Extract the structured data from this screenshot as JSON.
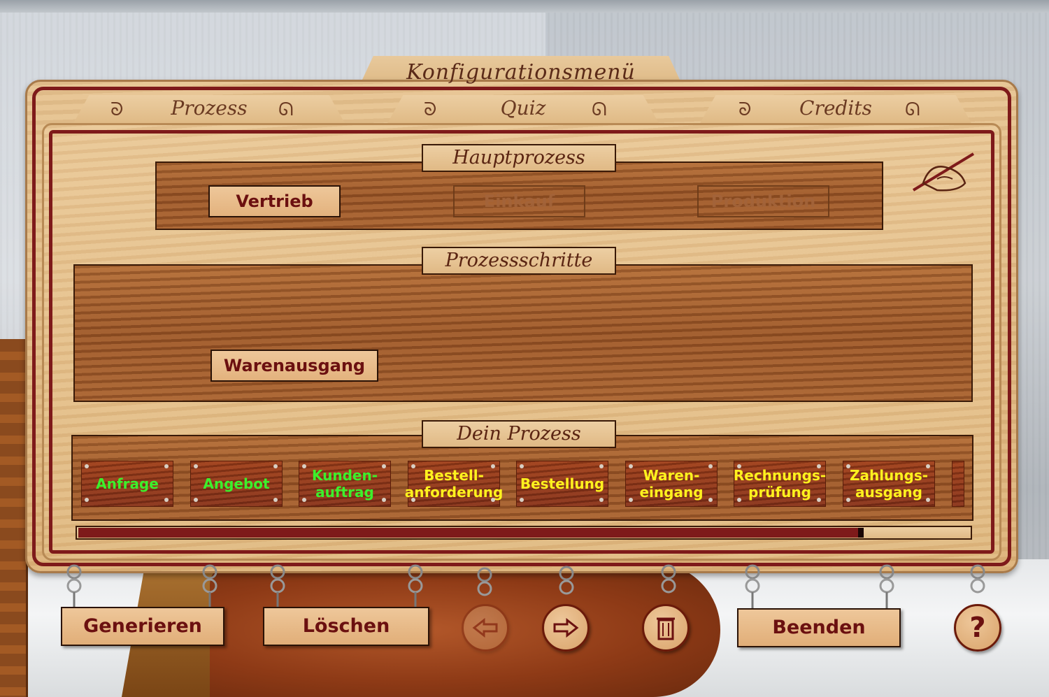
{
  "window": {
    "title": "Konfigurationsmenü"
  },
  "tabs": [
    {
      "label": "Prozess"
    },
    {
      "label": "Quiz"
    },
    {
      "label": "Credits"
    }
  ],
  "main_process": {
    "heading": "Hauptprozess",
    "options": [
      {
        "label": "Vertrieb",
        "state": "active"
      },
      {
        "label": "Einkauf",
        "state": "inactive"
      },
      {
        "label": "Produktion",
        "state": "inactive"
      }
    ]
  },
  "process_steps": {
    "heading": "Prozessschritte",
    "items": [
      {
        "label": "Warenausgang"
      }
    ]
  },
  "your_process": {
    "heading": "Dein Prozess",
    "steps": [
      {
        "line1": "Anfrage",
        "line2": "",
        "color": "#3cf02c"
      },
      {
        "line1": "Angebot",
        "line2": "",
        "color": "#3cf02c"
      },
      {
        "line1": "Kunden-",
        "line2": "auftrag",
        "color": "#3cf02c"
      },
      {
        "line1": "Bestell-",
        "line2": "anforderung",
        "color": "#fff21e"
      },
      {
        "line1": "Bestellung",
        "line2": "",
        "color": "#fff21e"
      },
      {
        "line1": "Waren-",
        "line2": "eingang",
        "color": "#fff21e"
      },
      {
        "line1": "Rechnungs-",
        "line2": "prüfung",
        "color": "#fff21e"
      },
      {
        "line1": "Zahlungs-",
        "line2": "ausgang",
        "color": "#fff21e"
      }
    ],
    "scroll_position": 0.88
  },
  "toolbar": {
    "generate_label": "Generieren",
    "delete_label": "Löschen",
    "back_icon": "arrow-left-icon",
    "forward_icon": "arrow-right-icon",
    "trash_icon": "trash-icon",
    "quit_label": "Beenden",
    "help_label": "?"
  },
  "colors": {
    "frame_red": "#7e1a1a",
    "label_brown": "#6b1010",
    "step_done": "#3cf02c",
    "step_pending": "#fff21e"
  }
}
